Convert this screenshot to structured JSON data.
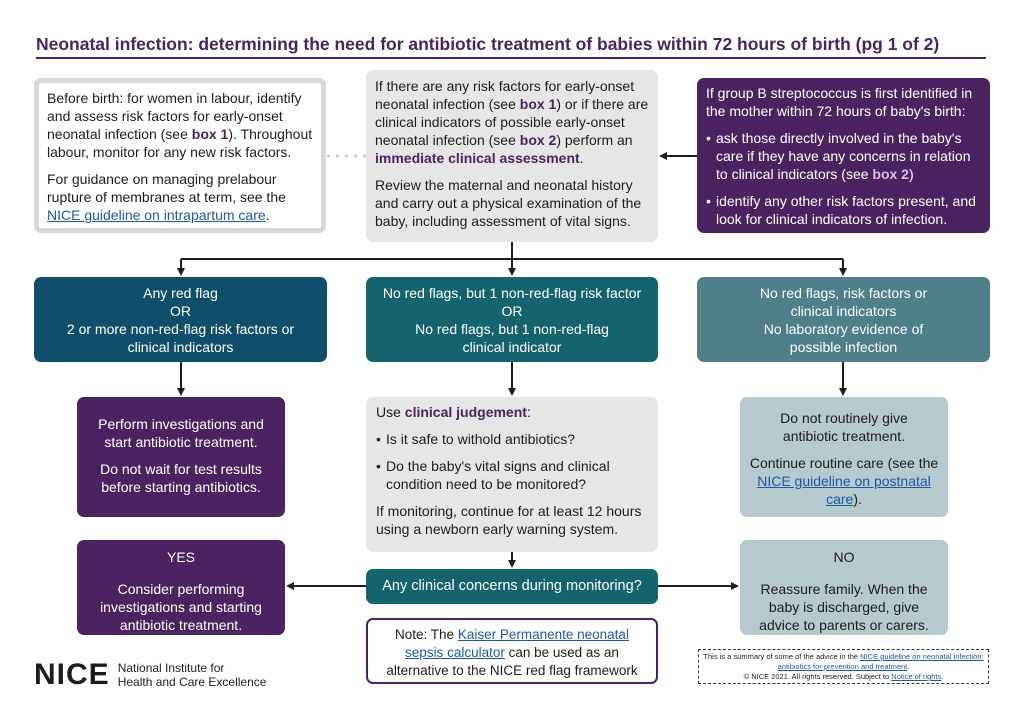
{
  "title": "Neonatal infection: determining the need for antibiotic treatment of babies within 72 hours of birth (pg 1 of 2)",
  "before_birth": {
    "p1_a": "Before birth: for women in labour, identify and assess risk factors for early-onset neonatal infection (see ",
    "p1_box": "box 1",
    "p1_b": "). Throughout labour, monitor for any new risk factors.",
    "p2_a": "For guidance on managing prelabour rupture of membranes at term, see the ",
    "p2_link": "NICE guideline on intrapartum care",
    "p2_b": "."
  },
  "assessment": {
    "p1_a": "If there are any risk factors for early-onset neonatal infection (see ",
    "p1_box1": "box 1",
    "p1_b": ") or if there are clinical indicators of possible early-onset neonatal infection (see ",
    "p1_box2": "box 2",
    "p1_c": ") perform an ",
    "p1_strong": "immediate clinical assessment",
    "p1_d": ".",
    "p2": "Review the maternal and neonatal history and carry out a physical examination of the baby, including assessment of vital signs."
  },
  "gbs": {
    "heading": "If group B streptococcus is first identified in the mother within 72 hours of baby's birth:",
    "bullet1_a": "ask those directly involved in the baby's care if they have any concerns in relation to clinical indicators (see ",
    "bullet1_box": "box 2",
    "bullet1_b": ")",
    "bullet2": "identify any other risk factors present, and look for clinical indicators of infection."
  },
  "red_flag": {
    "line1": "Any red flag",
    "line2": "OR",
    "line3": "2 or more non-red-flag risk factors or clinical indicators"
  },
  "no_red_flag": {
    "line1": "No red flags, but 1 non-red-flag risk factor",
    "line2": "OR",
    "line3": "No red flags, but 1 non-red-flag clinical indicator"
  },
  "no_infection": {
    "line1": "No red flags, risk factors or clinical indicators",
    "line2": "No laboratory evidence of possible infection"
  },
  "perform": {
    "p1": "Perform investigations and start antibiotic treatment.",
    "p2": "Do not wait for test results before starting antibiotics."
  },
  "judgement": {
    "intro_a": "Use ",
    "intro_strong": "clinical judgement",
    "intro_b": ":",
    "q1": "Is it safe to withold antibiotics?",
    "q2": "Do the baby's vital signs and clinical condition need to be monitored?",
    "monitor": "If monitoring, continue for at least 12 hours using a newborn early warning system."
  },
  "do_not": {
    "p1": "Do not routinely give antibiotic treatment.",
    "p2_a": "Continue routine care (see the ",
    "p2_link": "NICE guideline on postnatal care",
    "p2_b": ")."
  },
  "yes_box": {
    "label": "YES",
    "text": "Consider performing investigations and starting antibiotic treatment."
  },
  "concerns": {
    "label": "Any clinical concerns during monitoring?"
  },
  "no_box": {
    "label": "NO",
    "text": "Reassure family. When the baby is discharged, give advice to parents or carers."
  },
  "note": {
    "a": "Note: The ",
    "link": "Kaiser Permanente neonatal sepsis calculator",
    "b": " can be used as an alternative to the NICE red flag framework"
  },
  "logo": {
    "word": "NICE",
    "line1": "National Institute for",
    "line2": "Health and Care Excellence"
  },
  "footer": {
    "a": "This is a summary of some of the advice in the ",
    "link1": "NICE guideline on neonatal infection: antibiotics for prevention and treatment",
    "b": ".",
    "c": "© NICE 2021. All rights reserved. Subject to ",
    "link2": "Notice of rights",
    "d": "."
  },
  "colors": {
    "purple": "#4b2361",
    "dark_teal": "#0f4f6b",
    "teal": "#15636c",
    "grey_teal": "#4f7f88",
    "light_blue_grey": "#b5c9cf",
    "light_grey": "#e6e6e6",
    "link_blue": "#1d5aa0"
  }
}
